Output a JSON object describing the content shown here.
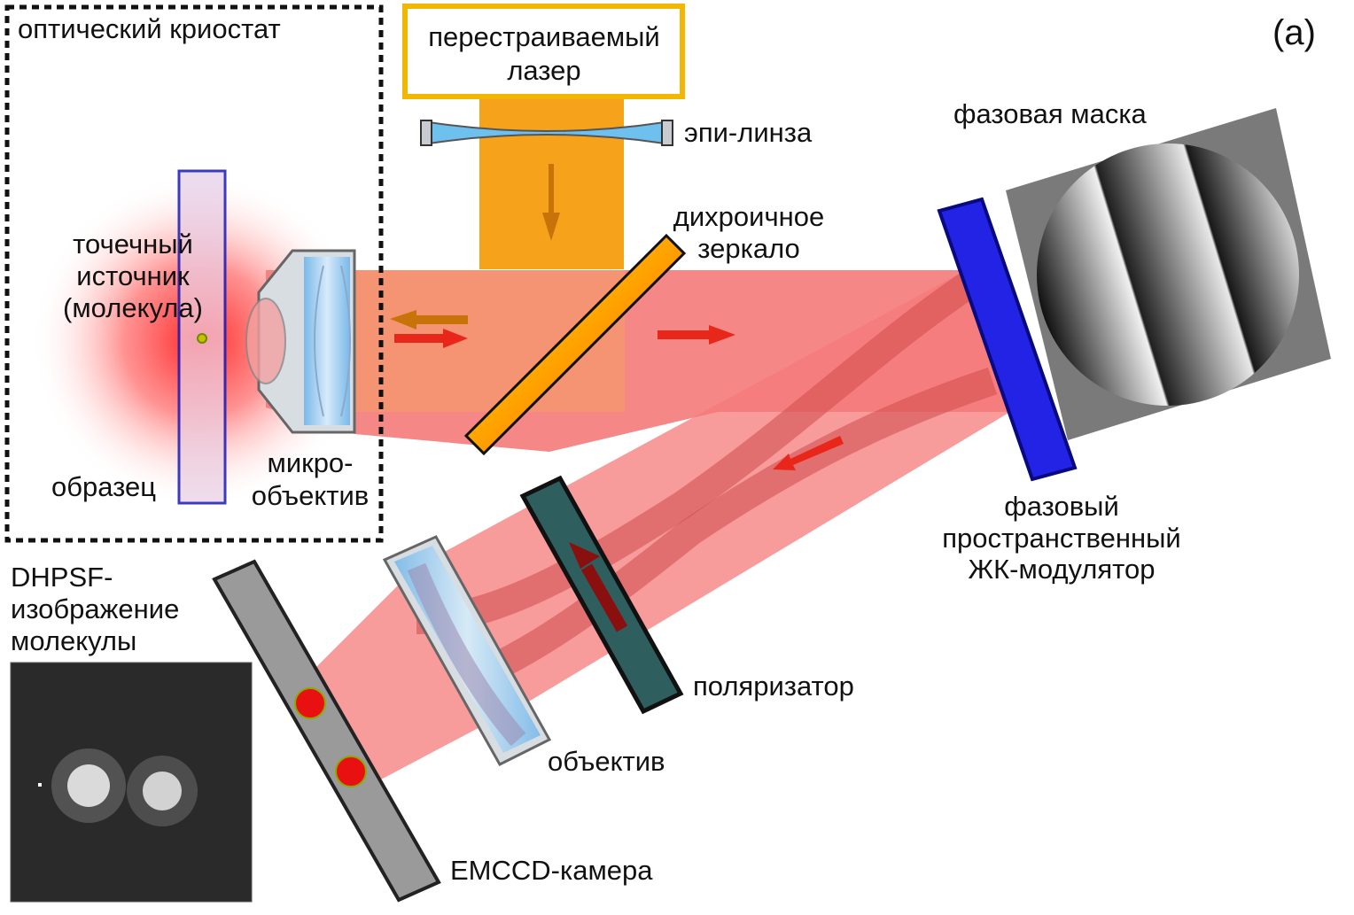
{
  "panel_label": "(a)",
  "labels": {
    "cryostat": "оптический криостат",
    "laser": [
      "перестраиваемый",
      "лазер"
    ],
    "epi_lens": "эпи-линза",
    "phase_mask": "фазовая маска",
    "dichroic": [
      "дихроичное",
      "зеркало"
    ],
    "point_source": [
      "точечный",
      "источник",
      "(молекула)"
    ],
    "sample": "образец",
    "micro_objective": [
      "микро-",
      "объектив"
    ],
    "slm": [
      "фазовый",
      "пространственный",
      "ЖК-модулятор"
    ],
    "image_caption": [
      "DHPSF-",
      "изображение",
      "молекулы"
    ],
    "polarizer": "поляризатор",
    "objective": "объектив",
    "camera": "EMCCD-камера"
  },
  "colors": {
    "laser_box_border": "#f2b705",
    "laser_beam": "#f7a21b",
    "fluorescence_beam": "#f47a7a",
    "slm_blue": "#2323e6",
    "polarizer_fill": "#2f5e5e",
    "camera_gray": "#9a9a9a",
    "dichroic_gradient": [
      "#ffee00",
      "#e01010"
    ],
    "arrow_red": "#e8261a",
    "arrow_orange": "#c8720a",
    "arrow_dark_red": "#8a0f0f"
  }
}
